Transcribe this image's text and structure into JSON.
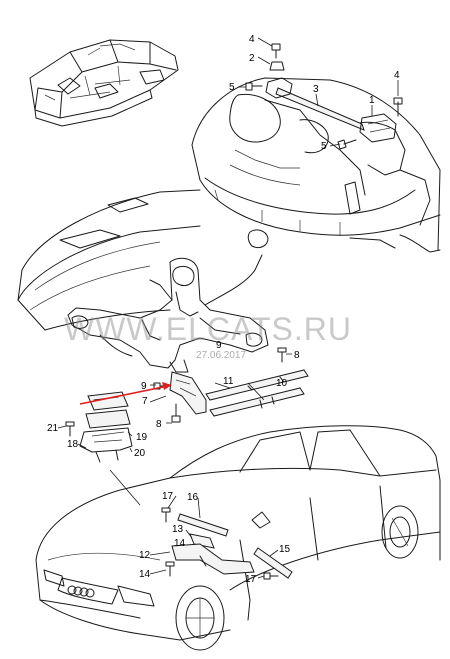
{
  "watermark": {
    "site": "WWW.ELCATS.RU",
    "date": "27.06.2017"
  },
  "callouts": {
    "c1": "1",
    "c2": "2",
    "c3": "3",
    "c4": "4",
    "c5a": "5",
    "c5b": "5",
    "c7": "7",
    "c8a": "8",
    "c8b": "8",
    "c9a": "9",
    "c9b": "9",
    "c10": "10",
    "c11": "11",
    "c12": "12",
    "c13": "13",
    "c14a": "14",
    "c14b": "14",
    "c15": "15",
    "c16": "16",
    "c17a": "17",
    "c17b": "17",
    "c18": "18",
    "c19": "19",
    "c20": "20",
    "c21": "21"
  },
  "colors": {
    "line": "#1a1a1a",
    "arrow": "#e02020",
    "watermark": "#8a8a8a"
  }
}
